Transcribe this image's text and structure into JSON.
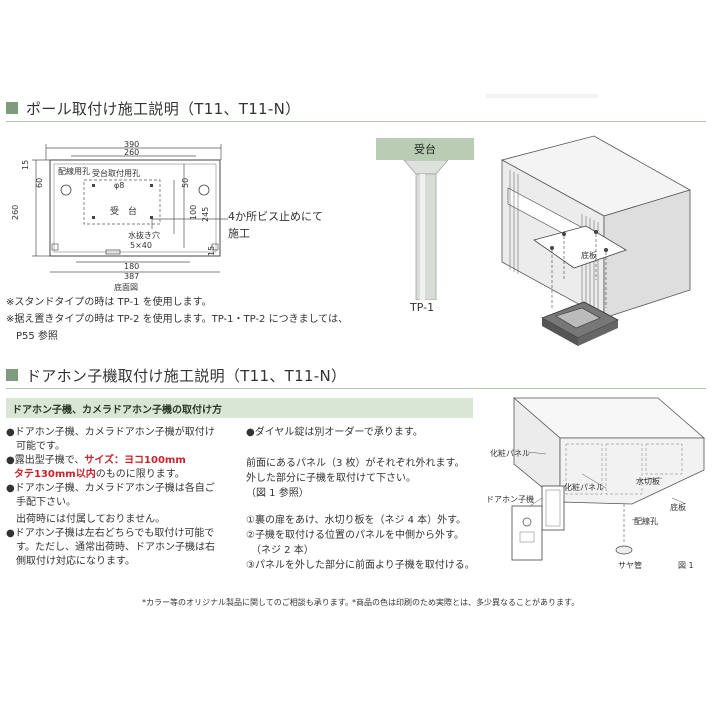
{
  "sec1": {
    "title": "ポール取付け施工説明（T11、T11-N）"
  },
  "plan": {
    "dim_390": "390",
    "dim_260_top": "260",
    "dim_15": "15",
    "dim_60": "60",
    "dim_260_left": "260",
    "label_wiring": "配線用孔",
    "label_mount_hole": "受台取付用孔",
    "label_phi8": "φ8",
    "label_ukedai": "受　台",
    "label_drain": "水抜き穴",
    "label_drain_size": "5×40",
    "dim_50": "50",
    "dim_100": "100",
    "dim_245": "245",
    "dim_15b": "15",
    "dim_180": "180",
    "dim_387": "387",
    "label_bottom": "底面図"
  },
  "callout": {
    "line1": "4か所ビス止めにて",
    "line2": "施工"
  },
  "pole": {
    "ukedai_label": "受台",
    "tp_label": "TP-1"
  },
  "box": {
    "bottom_label": "底板"
  },
  "notes1": [
    "※スタンドタイプの時は TP-1 を使用します。",
    "※据え置きタイプの時は TP-2 を使用します。TP-1・TP-2 につきましては、",
    "　P55 参照"
  ],
  "sec2": {
    "title": "ドアホン子機取付け施工説明（T11、T11-N）",
    "subbar": "ドアホン子機、カメラドアホン子機の取付け方"
  },
  "col1": {
    "l1": "●ドアホン子機、カメラドアホン子機が取付け",
    "l2": "　可能です。",
    "l3a": "●露出型子機で、",
    "l3b": "サイズ：ヨコ100mm",
    "l4a": "タテ130mm以内",
    "l4b": "のものに限ります。",
    "l5": "●ドアホン子機、カメラドアホン子機は各自ご",
    "l6": "　手配下さい。",
    "l7": "　出荷時には付属しておりません。",
    "l8": "●ドアホン子機は左右どちらでも取付け可能で",
    "l9": "　す。ただし、通常出荷時、ドアホン子機は右",
    "l10": "　側取付け対応になります。"
  },
  "col2": {
    "l1": "●ダイヤル錠は別オーダーで承ります。",
    "l2": "前面にあるパネル（3 枚）がそれぞれ外れます。",
    "l3": "外した部分に子機を取付けて下さい。",
    "l4": "（図 1 参照）",
    "l5": "①裏の扉をあけ、水切り板を（ネジ 4 本）外す。",
    "l6": "②子機を取付ける位置のパネルを中側から外す。",
    "l7": "　（ネジ 2 本）",
    "l8": "③パネルを外した部分に前面より子機を取付ける。"
  },
  "fig1": {
    "label_panel1": "化粧パネル",
    "label_panel2": "化粧パネル",
    "label_mizukiri": "水切板",
    "label_bottom": "底板",
    "label_wiring": "配線孔",
    "label_doorphone": "ドアホン子機",
    "label_saya": "サヤ管",
    "label_fig": "図 1"
  },
  "footer": {
    "left": "*カラー等のオリジナル製品に関してのご相談も承ります。",
    "right": "*商品の色は印刷のため実際とは、多少異なることがあります。"
  }
}
